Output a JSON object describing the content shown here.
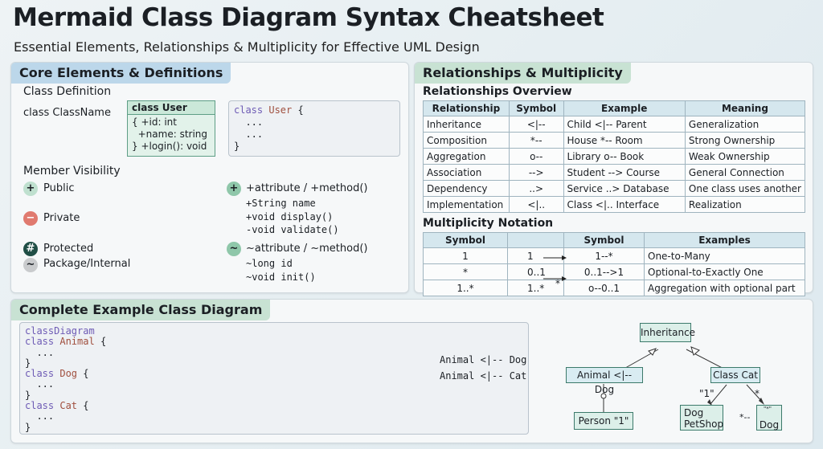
{
  "header": {
    "title": "Mermaid Class Diagram Syntax Cheatsheet",
    "subtitle": "Essential Elements, Relationships & Multiplicity for Effective UML Design"
  },
  "core": {
    "heading": "Core Elements & Definitions",
    "class_def": {
      "label": "Class Definition",
      "syntax": "class ClassName",
      "box_title": "class User",
      "box_body": "{ +id: int\n  +name: string\n} +login(): void",
      "code_kw": "class",
      "code_name": "User",
      "code_brace": " {",
      "code_rest": "  ...\n  ...\n}"
    },
    "visibility": {
      "label": "Member Visibility",
      "items": [
        {
          "symbol": "+",
          "name": "Public",
          "color": "#bfe0cf"
        },
        {
          "symbol": "−",
          "name": "Private",
          "color": "#e07a6f"
        },
        {
          "symbol": "#",
          "name": "Protected",
          "color": "#1f4e45"
        },
        {
          "symbol": "~",
          "name": "Package/Internal",
          "color": "#c9cbcd"
        }
      ],
      "public_title": "+attribute / +method()",
      "public_code": "+String name\n+void display()\n-void validate()",
      "package_title": "~attribute / ~method()",
      "package_code": "~long id\n~void init()"
    }
  },
  "relationships": {
    "heading": "Relationships & Multiplicity",
    "overview_label": "Relationships Overview",
    "columns": [
      "Relationship",
      "Symbol",
      "Example",
      "Meaning"
    ],
    "rows": [
      [
        "Inheritance",
        "<|--",
        "Child <|-- Parent",
        "Generalization"
      ],
      [
        "Composition",
        "*--",
        "House *-- Room",
        "Strong Ownership"
      ],
      [
        "Aggregation",
        "o--",
        "Library o-- Book",
        "Weak Ownership"
      ],
      [
        "Association",
        "-->",
        "Student --> Course",
        "General Connection"
      ],
      [
        "Dependency",
        "..>",
        "Service ..> Database",
        "One class uses another"
      ],
      [
        "Implementation",
        "<|..",
        "Class <|.. Interface",
        "Realization"
      ]
    ],
    "mult_label": "Multiplicity Notation",
    "mult_columns": [
      "Symbol",
      "",
      "Symbol",
      "Examples"
    ],
    "mult_rows": [
      [
        "1",
        "1",
        "1--*",
        "One-to-Many"
      ],
      [
        "*",
        "0..1",
        "0..1-->1",
        "Optional-to-Exactly One"
      ],
      [
        "1..*",
        "1..*",
        "o--0..1",
        "Aggregation with optional part"
      ]
    ],
    "mult_star": "*"
  },
  "example": {
    "heading": "Complete Example Class Diagram",
    "code_lines": [
      {
        "kw": "classDiagram",
        "name": "",
        "rest": ""
      },
      {
        "kw": "class ",
        "name": "Animal",
        "rest": " {"
      },
      {
        "kw": "",
        "name": "",
        "rest": "  ..."
      },
      {
        "kw": "",
        "name": "",
        "rest": "}"
      },
      {
        "kw": "class ",
        "name": "Dog",
        "rest": " {"
      },
      {
        "kw": "",
        "name": "",
        "rest": "  ..."
      },
      {
        "kw": "",
        "name": "",
        "rest": "}"
      },
      {
        "kw": "class ",
        "name": "Cat",
        "rest": " {"
      },
      {
        "kw": "",
        "name": "",
        "rest": "  ..."
      },
      {
        "kw": "",
        "name": "",
        "rest": "}"
      }
    ],
    "rel1": "Animal <|-- Dog",
    "rel2": "Animal <|-- Cat",
    "diagram": {
      "top": "Inheritance",
      "left": "Animal <|-- Dog",
      "right": "Class Cat",
      "bl": "Person \"1\"",
      "bm": "Dog\nPetShop",
      "br": "Dog",
      "label_one": "\"1\"",
      "label_star": "*",
      "label_dash": "*--",
      "label_tiny": "\"*\""
    }
  }
}
